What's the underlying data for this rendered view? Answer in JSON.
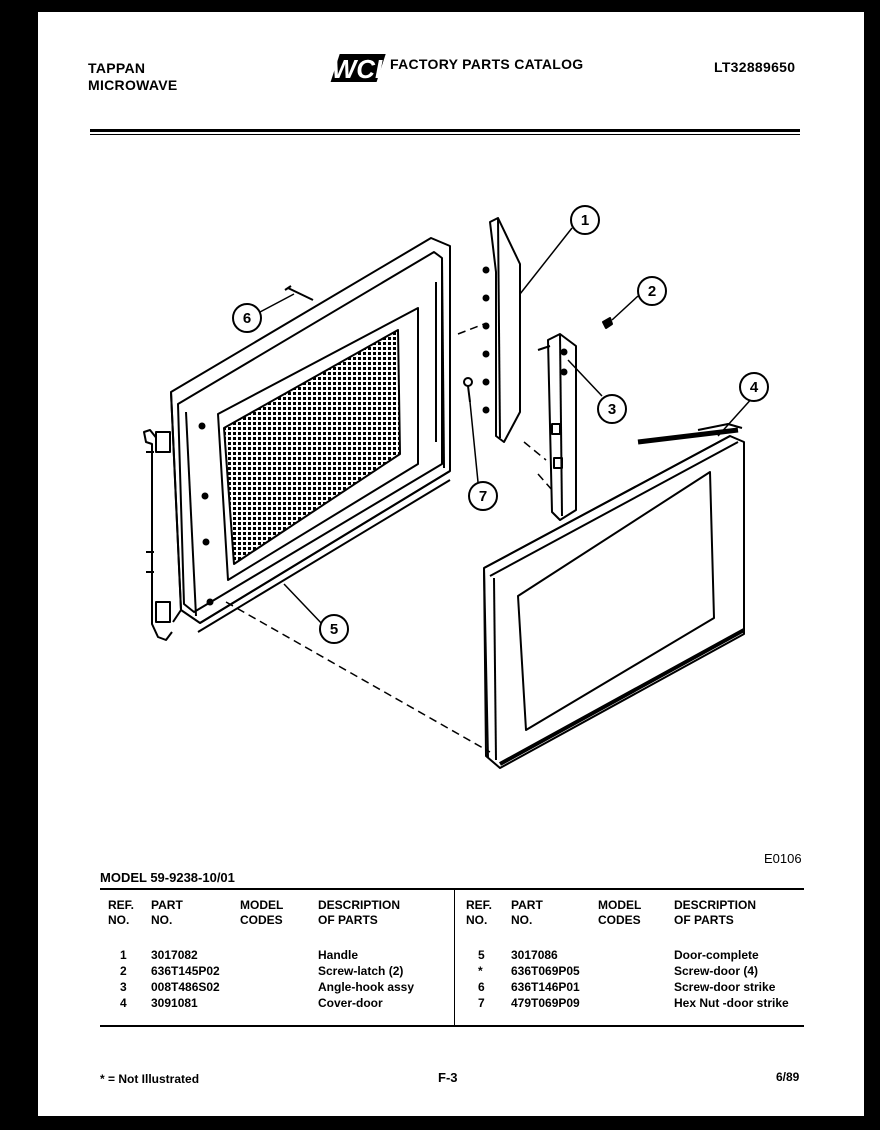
{
  "header": {
    "brand_line1": "TAPPAN",
    "brand_line2": "MICROWAVE",
    "logo_text": "WCI",
    "catalog_title": "FACTORY PARTS CATALOG",
    "model_id": "LT32889650"
  },
  "diagram": {
    "callouts": [
      "1",
      "2",
      "3",
      "4",
      "5",
      "6",
      "7"
    ],
    "figure_code": "E0106"
  },
  "table": {
    "model_line": "MODEL 59-9238-10/01",
    "headers": {
      "ref1": "REF.",
      "ref2": "NO.",
      "part1": "PART",
      "part2": "NO.",
      "model1": "MODEL",
      "model2": "CODES",
      "desc1": "DESCRIPTION",
      "desc2": "OF PARTS"
    },
    "left_rows": [
      {
        "ref": "1",
        "part": "3017082",
        "codes": "",
        "desc": "Handle"
      },
      {
        "ref": "2",
        "part": "636T145P02",
        "codes": "",
        "desc": "Screw-latch (2)"
      },
      {
        "ref": "3",
        "part": "008T486S02",
        "codes": "",
        "desc": "Angle-hook assy"
      },
      {
        "ref": "4",
        "part": "3091081",
        "codes": "",
        "desc": "Cover-door"
      }
    ],
    "right_rows": [
      {
        "ref": "5",
        "part": "3017086",
        "codes": "",
        "desc": "Door-complete"
      },
      {
        "ref": "*",
        "part": "636T069P05",
        "codes": "",
        "desc": "Screw-door (4)"
      },
      {
        "ref": "6",
        "part": "636T146P01",
        "codes": "",
        "desc": "Screw-door strike"
      },
      {
        "ref": "7",
        "part": "479T069P09",
        "codes": "",
        "desc": "Hex Nut -door strike"
      }
    ]
  },
  "footer": {
    "note": "* = Not Illustrated",
    "page": "F-3",
    "date": "6/89"
  }
}
